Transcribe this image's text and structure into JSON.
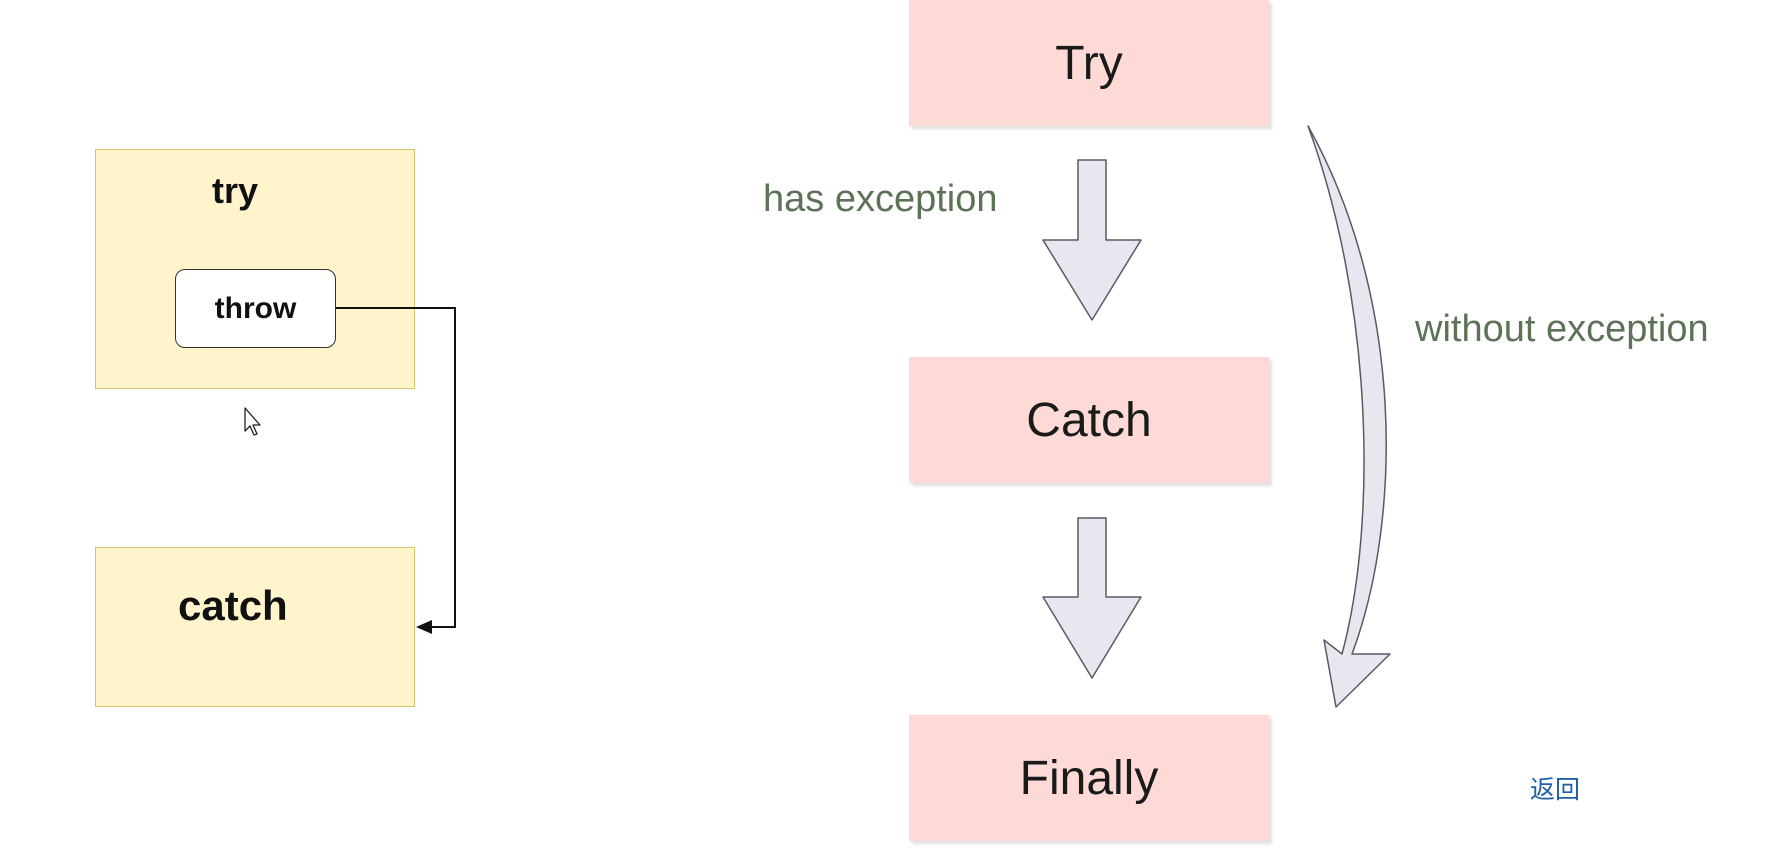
{
  "left_diagram": {
    "try_label": "try",
    "throw_label": "throw",
    "catch_label": "catch"
  },
  "right_diagram": {
    "try_label": "Try",
    "catch_label": "Catch",
    "finally_label": "Finally",
    "has_exception_label": "has exception",
    "without_exception_label": "without exception"
  },
  "back_link_label": "返回",
  "colors": {
    "yellow_fill": "#fff4cc",
    "pink_fill": "#fddad6",
    "arrow_fill": "#e8e6ee",
    "annotation_text": "#5d7358",
    "link": "#1f5fa8"
  }
}
